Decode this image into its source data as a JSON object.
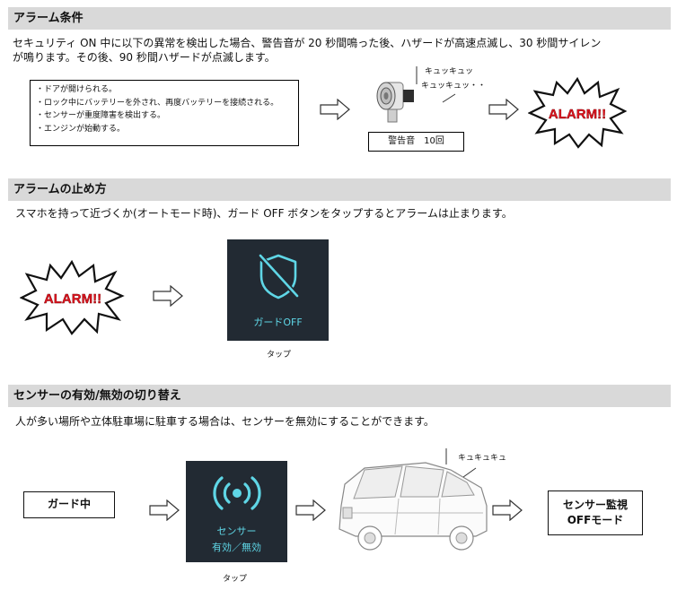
{
  "section1": {
    "title": "アラーム条件",
    "desc_line1": "セキュリティ ON 中に以下の異常を検出した場合、警告音が 20 秒間鳴った後、ハザードが高速点滅し、30 秒間サイレン",
    "desc_line2": "が鳴ります。その後、90 秒間ハザードが点滅します。",
    "conditions": [
      "・ドアが開けられる。",
      "・ロック中にバッテリーを外され、再度バッテリーを接続される。",
      "・センサーが重度障害を検出する。",
      "・エンジンが始動する。"
    ],
    "sound_line1": "キュッキュッ",
    "sound_line2": "キュッキュッ・・",
    "speaker_caption": "警告音　10回",
    "alarm_text": "ALARM!!"
  },
  "section2": {
    "title": "アラームの止め方",
    "desc": "スマホを持って近づくか(オートモード時)、ガード OFF ボタンをタップするとアラームは止まります。",
    "alarm_text": "ALARM!!",
    "button_label": "ガードOFF",
    "tap_label": "タップ"
  },
  "section3": {
    "title": "センサーの有効/無効の切り替え",
    "desc": "人が多い場所や立体駐車場に駐車する場合は、センサーを無効にすることができます。",
    "guard_label": "ガード中",
    "sensor_label_line1": "センサー",
    "sensor_label_line2": "有効／無効",
    "tap_label": "タップ",
    "sound_text": "キュキュキュ",
    "result_line1": "センサー監視",
    "result_line2": "OFFモード"
  },
  "colors": {
    "header_bg": "#d9d9d9",
    "panel_bg": "#222a33",
    "accent": "#5fd6e6",
    "alarm_red": "#e0141e"
  }
}
